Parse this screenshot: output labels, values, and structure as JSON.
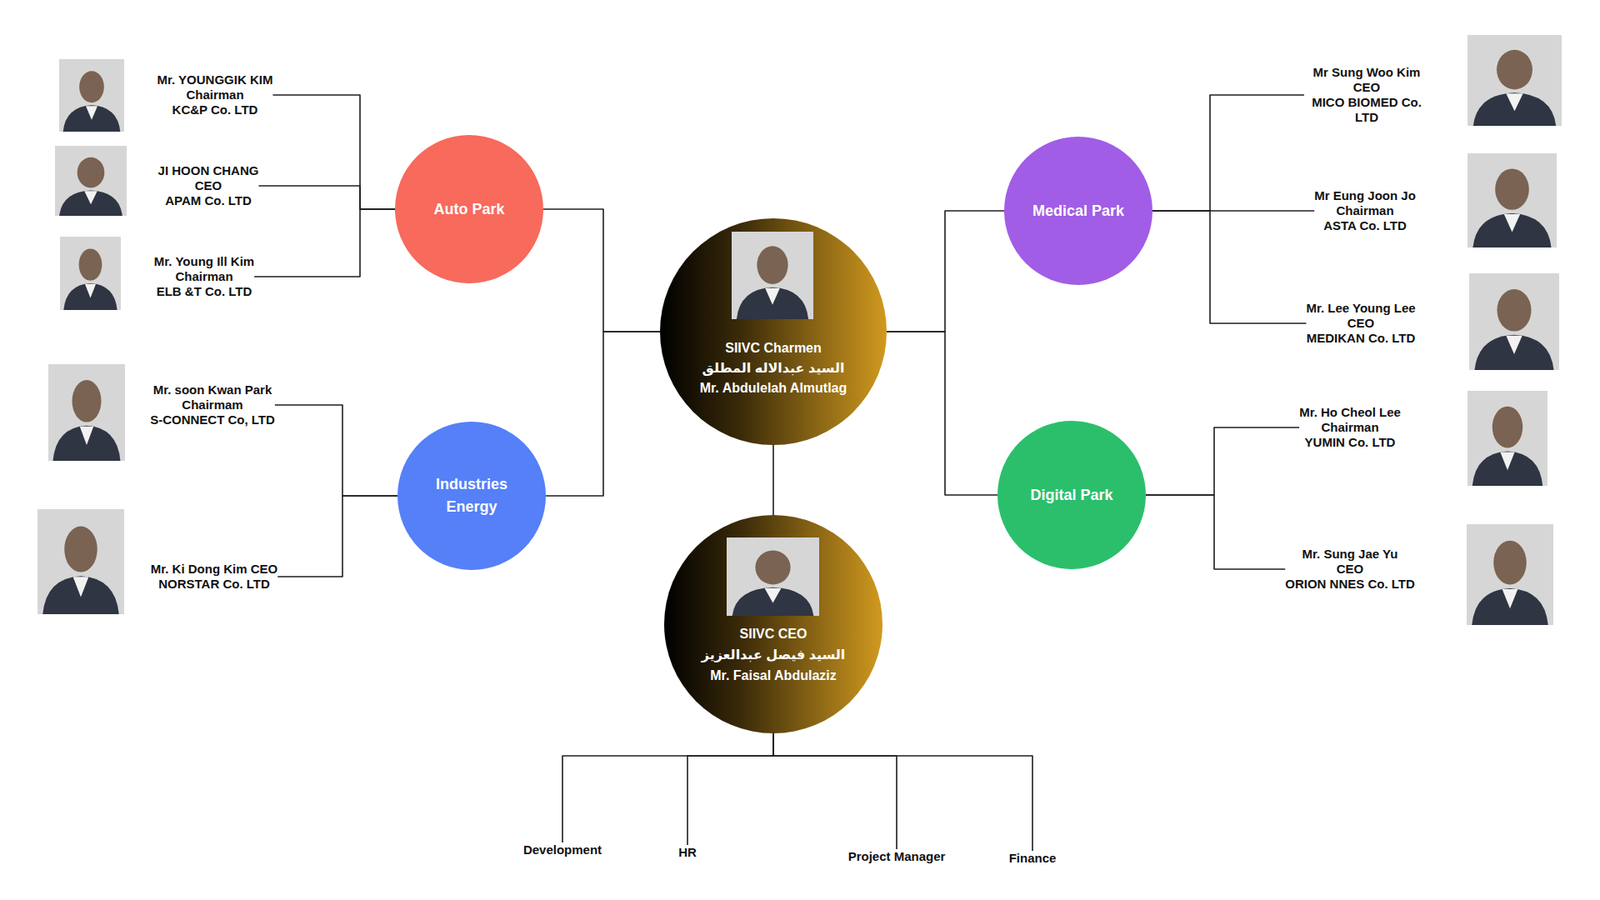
{
  "diagram": {
    "nodes": [
      {
        "text": [
          "SIIVC Charmen",
          "السيد عبدالاله المطلق",
          "Mr. Abdulelah Almutlag"
        ]
      },
      {
        "text": [
          "Auto Park"
        ]
      },
      {
        "text": [
          "Medical Park"
        ]
      },
      {
        "text": [
          "Industries Energy"
        ]
      },
      {
        "text": [
          "Digital Park"
        ]
      },
      {
        "text": [
          "SIIVC CEO",
          "السيد فيصل عبدالعزيز",
          "Mr. Faisal Abdulaziz"
        ]
      },
      {
        "text": [
          "Mr. YOUNGGIK KIM",
          "Chairman",
          "KC&P Co. LTD"
        ]
      },
      {
        "text": [
          "JI HOON CHANG",
          "CEO",
          "APAM Co. LTD"
        ]
      },
      {
        "text": [
          "Mr. Young Ill Kim",
          "Chairman",
          "ELB &T Co. LTD"
        ]
      },
      {
        "text": [
          "Mr Sung Woo Kim",
          "CEO",
          "MICO BIOMED Co. LTD"
        ]
      },
      {
        "text": [
          "Mr Eung Joon Jo",
          "Chairman",
          "ASTA Co. LTD"
        ]
      },
      {
        "text": [
          "Mr. Lee Young Lee",
          "CEO",
          "MEDIKAN Co. LTD"
        ]
      },
      {
        "text": [
          "Mr. soon Kwan Park",
          "Chairmam",
          "S-CONNECT Co, LTD"
        ]
      },
      {
        "text": [
          "Mr. Ki Dong Kim CEO",
          "NORSTAR Co. LTD"
        ]
      },
      {
        "text": [
          "Mr. Ho Cheol Lee",
          "Chairman",
          "YUMIN Co. LTD"
        ]
      },
      {
        "text": [
          "Mr. Sung Jae Yu",
          "CEO",
          "ORION NNES Co. LTD"
        ]
      },
      {
        "text": [
          "Development"
        ]
      },
      {
        "text": [
          "HR"
        ]
      },
      {
        "text": [
          "Project Manager"
        ]
      },
      {
        "text": [
          "Finance"
        ]
      }
    ],
    "edges": [
      {
        "from": 0,
        "to": 1,
        "arrow": "none"
      },
      {
        "from": 0,
        "to": 2,
        "arrow": "none"
      },
      {
        "from": 0,
        "to": 3,
        "arrow": "none"
      },
      {
        "from": 0,
        "to": 4,
        "arrow": "none"
      },
      {
        "from": 0,
        "to": 5,
        "arrow": "none"
      },
      {
        "from": 1,
        "to": 6,
        "arrow": "none"
      },
      {
        "from": 1,
        "to": 7,
        "arrow": "none"
      },
      {
        "from": 1,
        "to": 8,
        "arrow": "none"
      },
      {
        "from": 2,
        "to": 9,
        "arrow": "none"
      },
      {
        "from": 2,
        "to": 10,
        "arrow": "none"
      },
      {
        "from": 2,
        "to": 11,
        "arrow": "none"
      },
      {
        "from": 3,
        "to": 12,
        "arrow": "none"
      },
      {
        "from": 3,
        "to": 13,
        "arrow": "none"
      },
      {
        "from": 4,
        "to": 14,
        "arrow": "none"
      },
      {
        "from": 4,
        "to": 15,
        "arrow": "none"
      },
      {
        "from": 5,
        "to": 16,
        "arrow": "none"
      },
      {
        "from": 5,
        "to": 17,
        "arrow": "none"
      },
      {
        "from": 5,
        "to": 18,
        "arrow": "none"
      },
      {
        "from": 5,
        "to": 19,
        "arrow": "none"
      }
    ]
  }
}
